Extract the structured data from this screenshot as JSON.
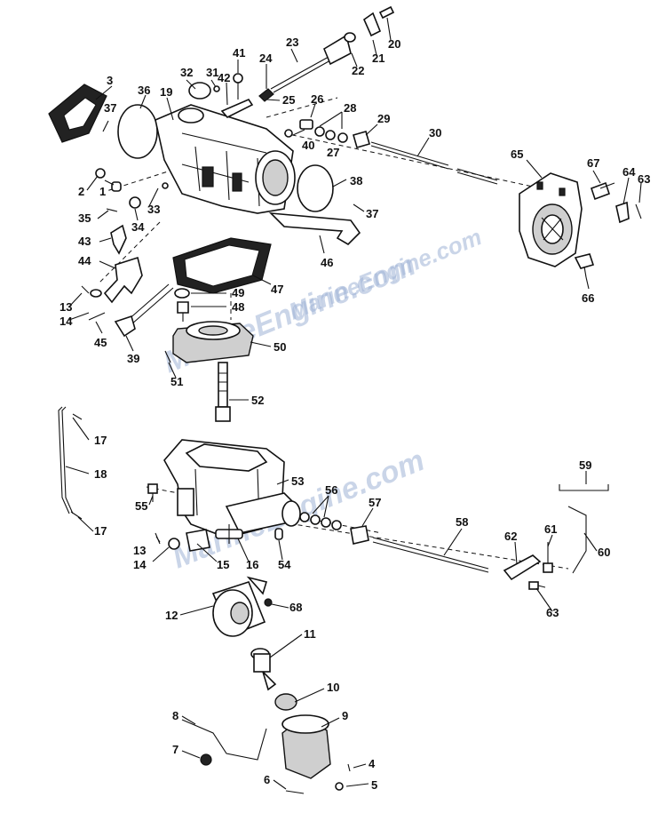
{
  "watermark": {
    "text_1": "MarineEngine.com",
    "text_2": "MarineEngine.com",
    "text_3": "MarineEngine.com",
    "color": "#9fb3d6"
  },
  "callouts": {
    "c1": "1",
    "c2": "2",
    "c3": "3",
    "c4": "4",
    "c5": "5",
    "c6": "6",
    "c7": "7",
    "c8": "8",
    "c9": "9",
    "c10": "10",
    "c11": "11",
    "c12": "12",
    "c13a": "13",
    "c13b": "13",
    "c14a": "14",
    "c14b": "14",
    "c15": "15",
    "c16": "16",
    "c17a": "17",
    "c17b": "17",
    "c18": "18",
    "c19": "19",
    "c20": "20",
    "c21": "21",
    "c22": "22",
    "c23": "23",
    "c24": "24",
    "c25": "25",
    "c26": "26",
    "c27": "27",
    "c28": "28",
    "c29": "29",
    "c30": "30",
    "c31": "31",
    "c32": "32",
    "c33": "33",
    "c34": "34",
    "c35": "35",
    "c36": "36",
    "c37a": "37",
    "c37b": "37",
    "c38": "38",
    "c39": "39",
    "c40": "40",
    "c41": "41",
    "c42": "42",
    "c43": "43",
    "c44": "44",
    "c45": "45",
    "c46": "46",
    "c47": "47",
    "c48": "48",
    "c49": "49",
    "c50": "50",
    "c51": "51",
    "c52": "52",
    "c53": "53",
    "c54": "54",
    "c55": "55",
    "c56": "56",
    "c57": "57",
    "c58": "58",
    "c59": "59",
    "c60": "60",
    "c61": "61",
    "c62": "62",
    "c63a": "63",
    "c63b": "63",
    "c64": "64",
    "c65": "65",
    "c66": "66",
    "c67": "67",
    "c68": "68"
  }
}
